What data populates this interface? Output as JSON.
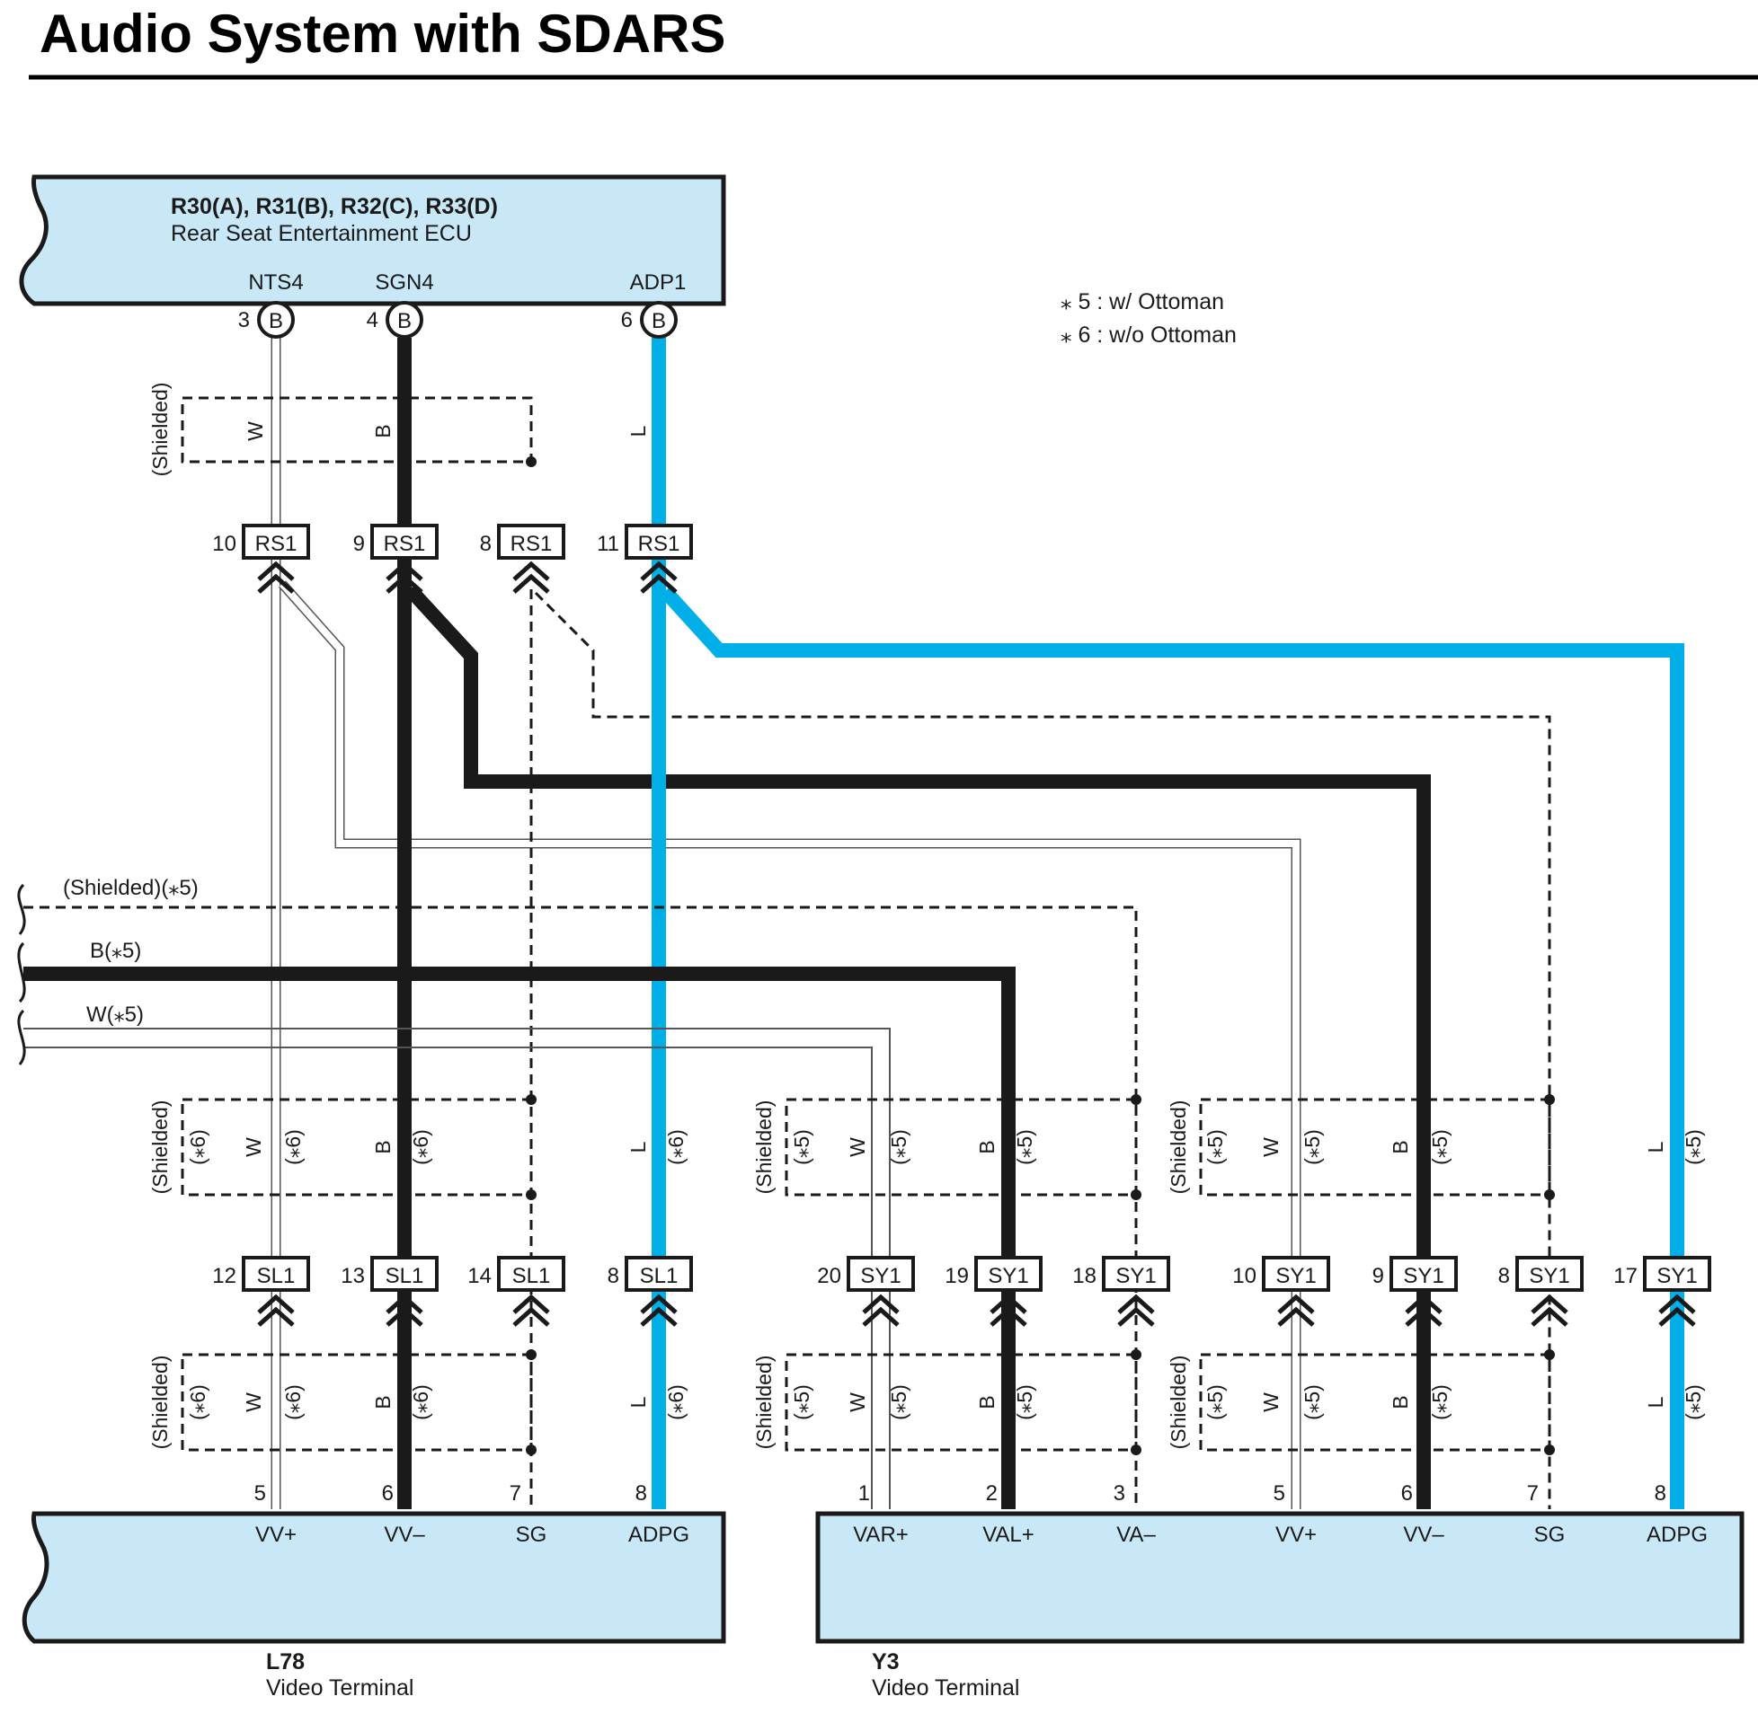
{
  "title": "Audio System with SDARS",
  "ecu": {
    "id": "R30(A), R31(B), R32(C), R33(D)",
    "name": "Rear Seat Entertainment ECU",
    "pins": [
      {
        "name": "NTS4",
        "num": "3",
        "conn": "B"
      },
      {
        "name": "SGN4",
        "num": "4",
        "conn": "B"
      },
      {
        "name": "ADP1",
        "num": "6",
        "conn": "B"
      }
    ]
  },
  "notes": [
    "⁎ 5 : w/ Ottoman",
    "⁎ 6 : w/o Ottoman"
  ],
  "shield_label": "(Shielded)",
  "wire_colors": {
    "W": "W",
    "B": "B",
    "L": "L"
  },
  "note_refs": {
    "n5": "(⁎5)",
    "n6": "(⁎6)"
  },
  "rs1": {
    "connector": "RS1",
    "pins": [
      "10",
      "9",
      "8",
      "11"
    ]
  },
  "left_branch": {
    "shield": "(Shielded)(⁎5)",
    "b": "B(⁎5)",
    "w": "W(⁎5)"
  },
  "sl1": {
    "connector": "SL1",
    "pins": [
      "12",
      "13",
      "14",
      "8"
    ]
  },
  "sy1": {
    "connector": "SY1",
    "pins": [
      "20",
      "19",
      "18",
      "10",
      "9",
      "8",
      "17"
    ]
  },
  "l78": {
    "id": "L78",
    "name": "Video Terminal",
    "pins": [
      {
        "num": "5",
        "name": "VV+"
      },
      {
        "num": "6",
        "name": "VV–"
      },
      {
        "num": "7",
        "name": "SG"
      },
      {
        "num": "8",
        "name": "ADPG"
      }
    ]
  },
  "y3": {
    "id": "Y3",
    "name": "Video Terminal",
    "pins": [
      {
        "num": "1",
        "name": "VAR+"
      },
      {
        "num": "2",
        "name": "VAL+"
      },
      {
        "num": "3",
        "name": "VA–"
      },
      {
        "num": "5",
        "name": "VV+"
      },
      {
        "num": "6",
        "name": "VV–"
      },
      {
        "num": "7",
        "name": "SG"
      },
      {
        "num": "8",
        "name": "ADPG"
      }
    ]
  },
  "colors": {
    "box_fill": "#c8e8f8",
    "wire_blue": "#00aee8",
    "wire_black": "#1a1a1a"
  }
}
